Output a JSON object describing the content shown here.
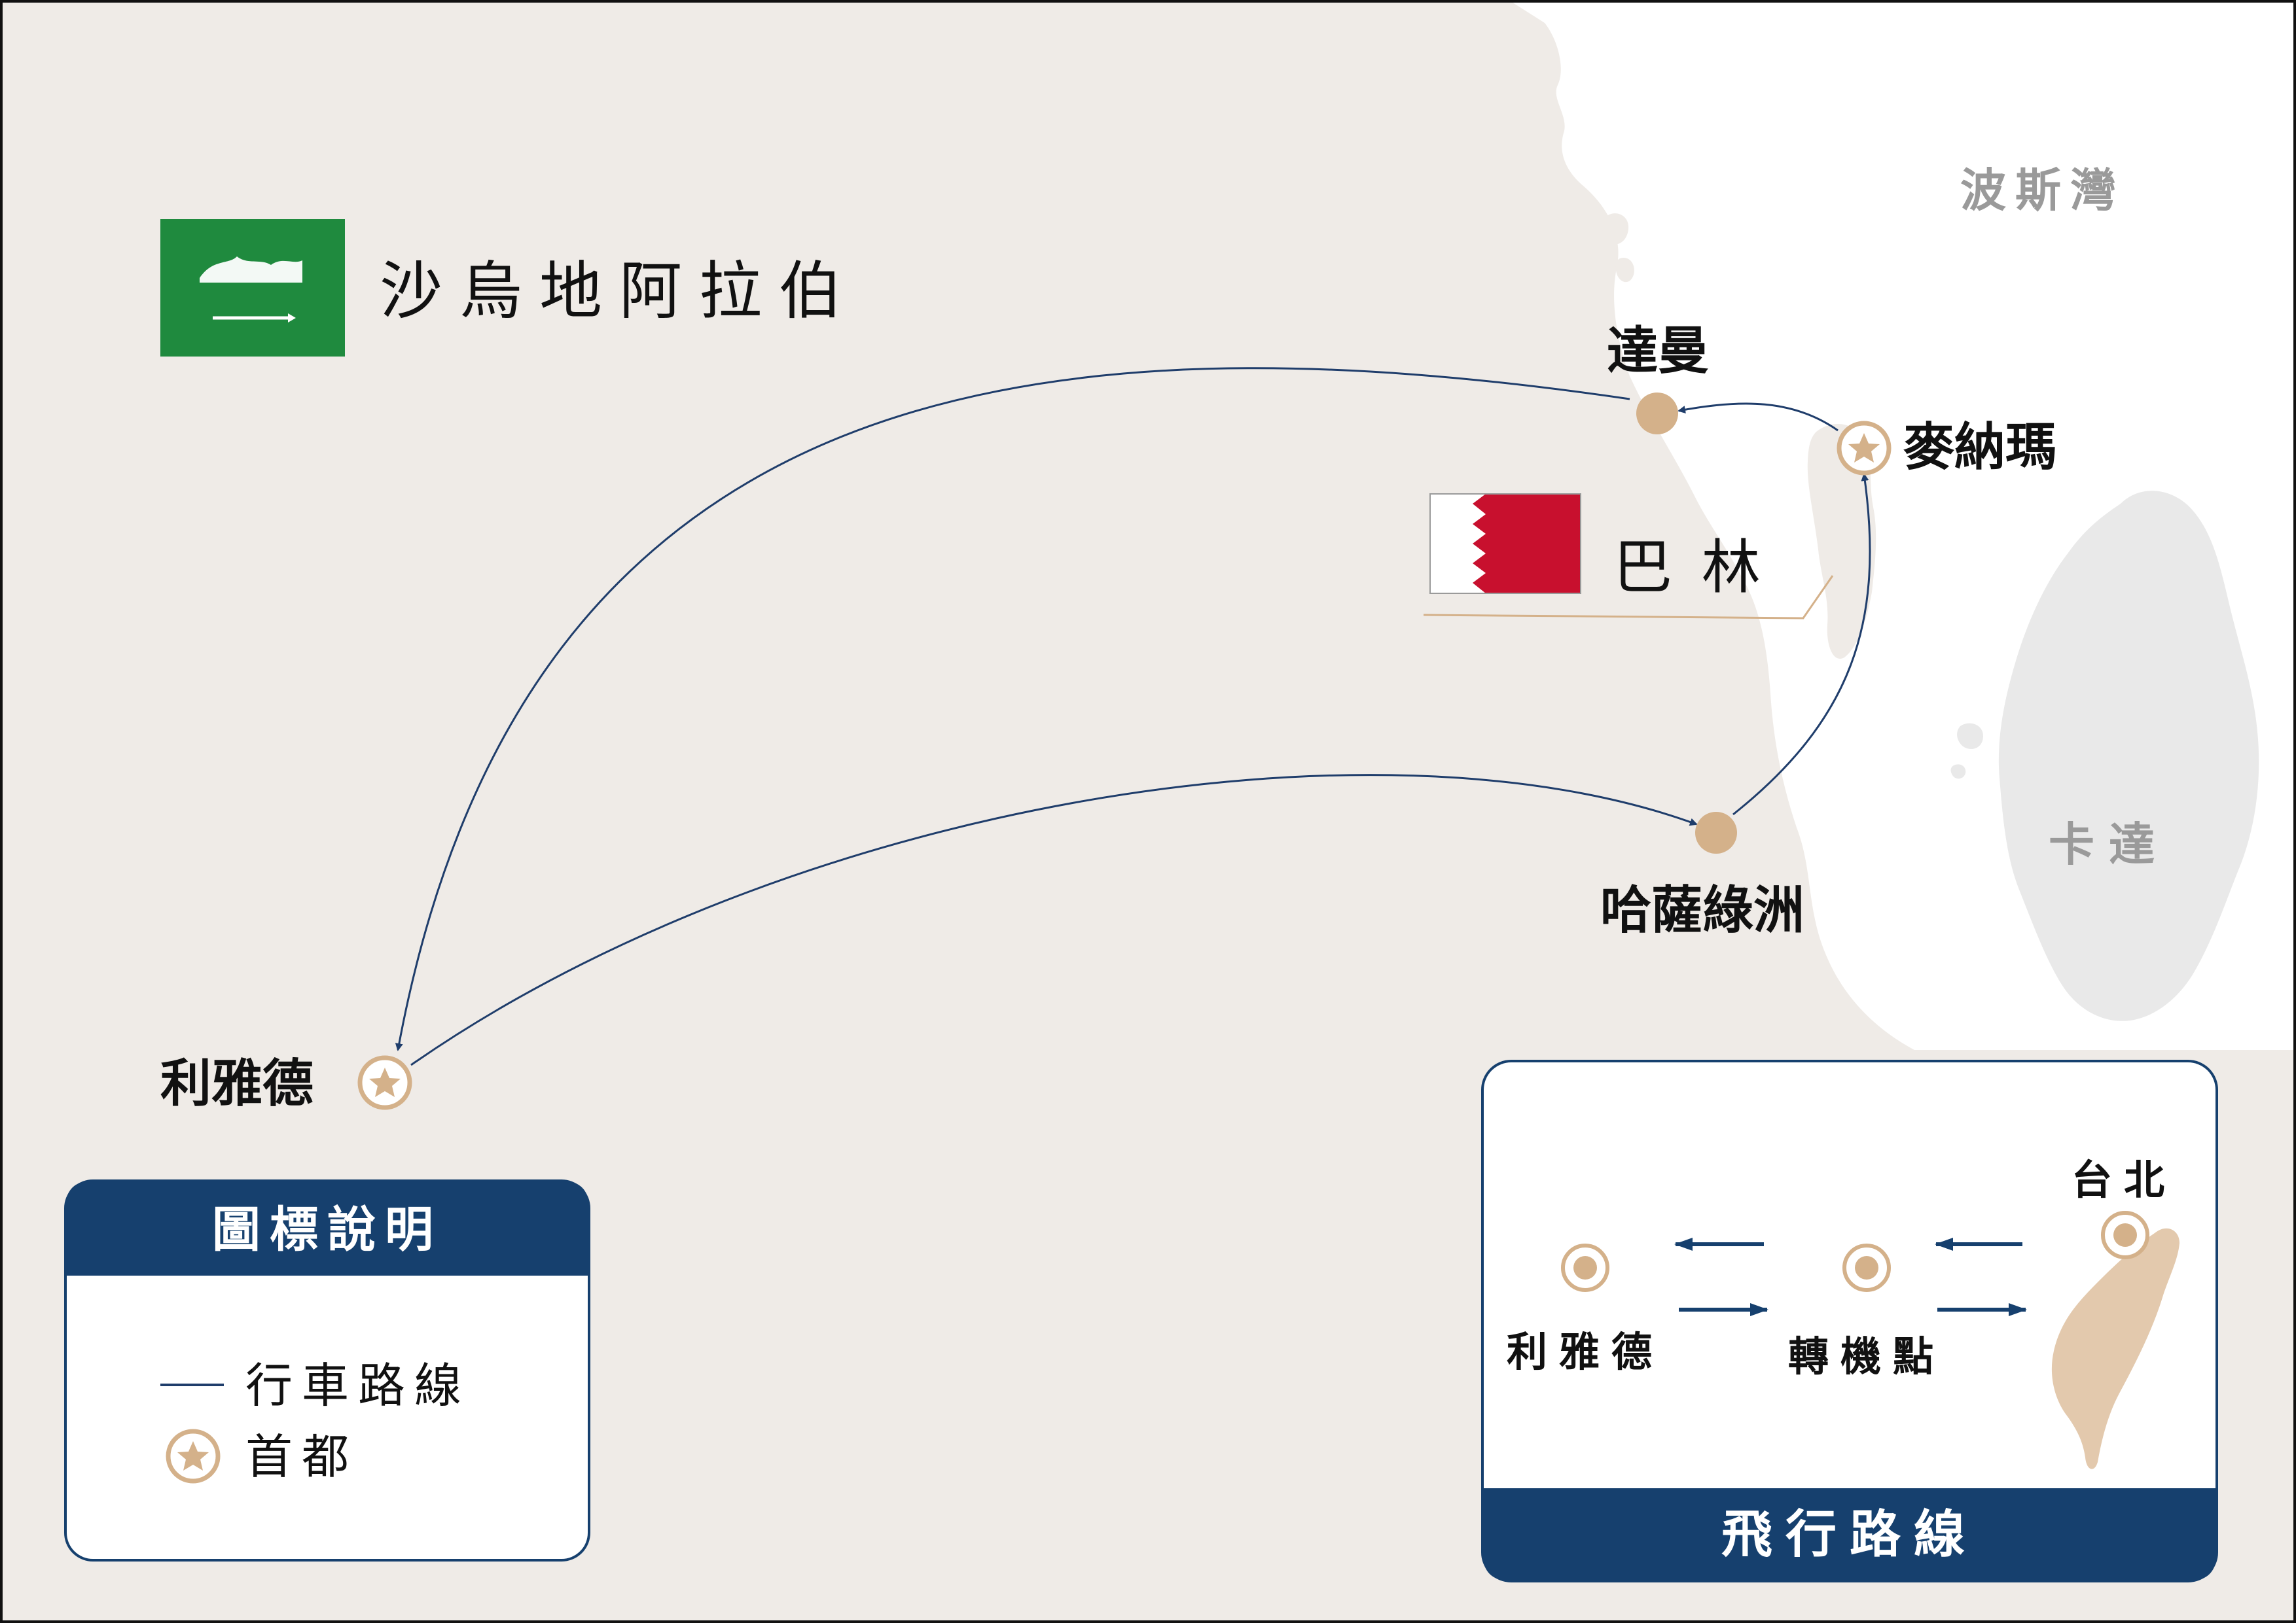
{
  "colors": {
    "land": "#efebe7",
    "water": "#ffffff",
    "route": "#1f3d6b",
    "marker": "#d4b18a",
    "panel_header": "#16406e",
    "taiwan": "#e3c9ad",
    "bahrain_red": "#c8102e",
    "saudi_green": "#1f8a3e"
  },
  "map": {
    "country_saudi": "沙烏地阿拉伯",
    "country_bahrain": "巴 林",
    "sea_label": "波斯灣",
    "qatar_label": "卡達",
    "cities": {
      "dammam": "達曼",
      "manama": "麥納瑪",
      "hofuf": "哈薩綠洲",
      "riyadh": "利雅德"
    }
  },
  "legend": {
    "title": "圖標說明",
    "route_label": "行車路線",
    "capital_label": "首都",
    "route_icon": "route-line-icon",
    "capital_icon": "star-circle-icon"
  },
  "flight": {
    "title": "飛行路線",
    "taipei": "台北",
    "transfer": "轉機點",
    "riyadh": "利雅德",
    "taiwan_icon": "taiwan-island-icon"
  }
}
